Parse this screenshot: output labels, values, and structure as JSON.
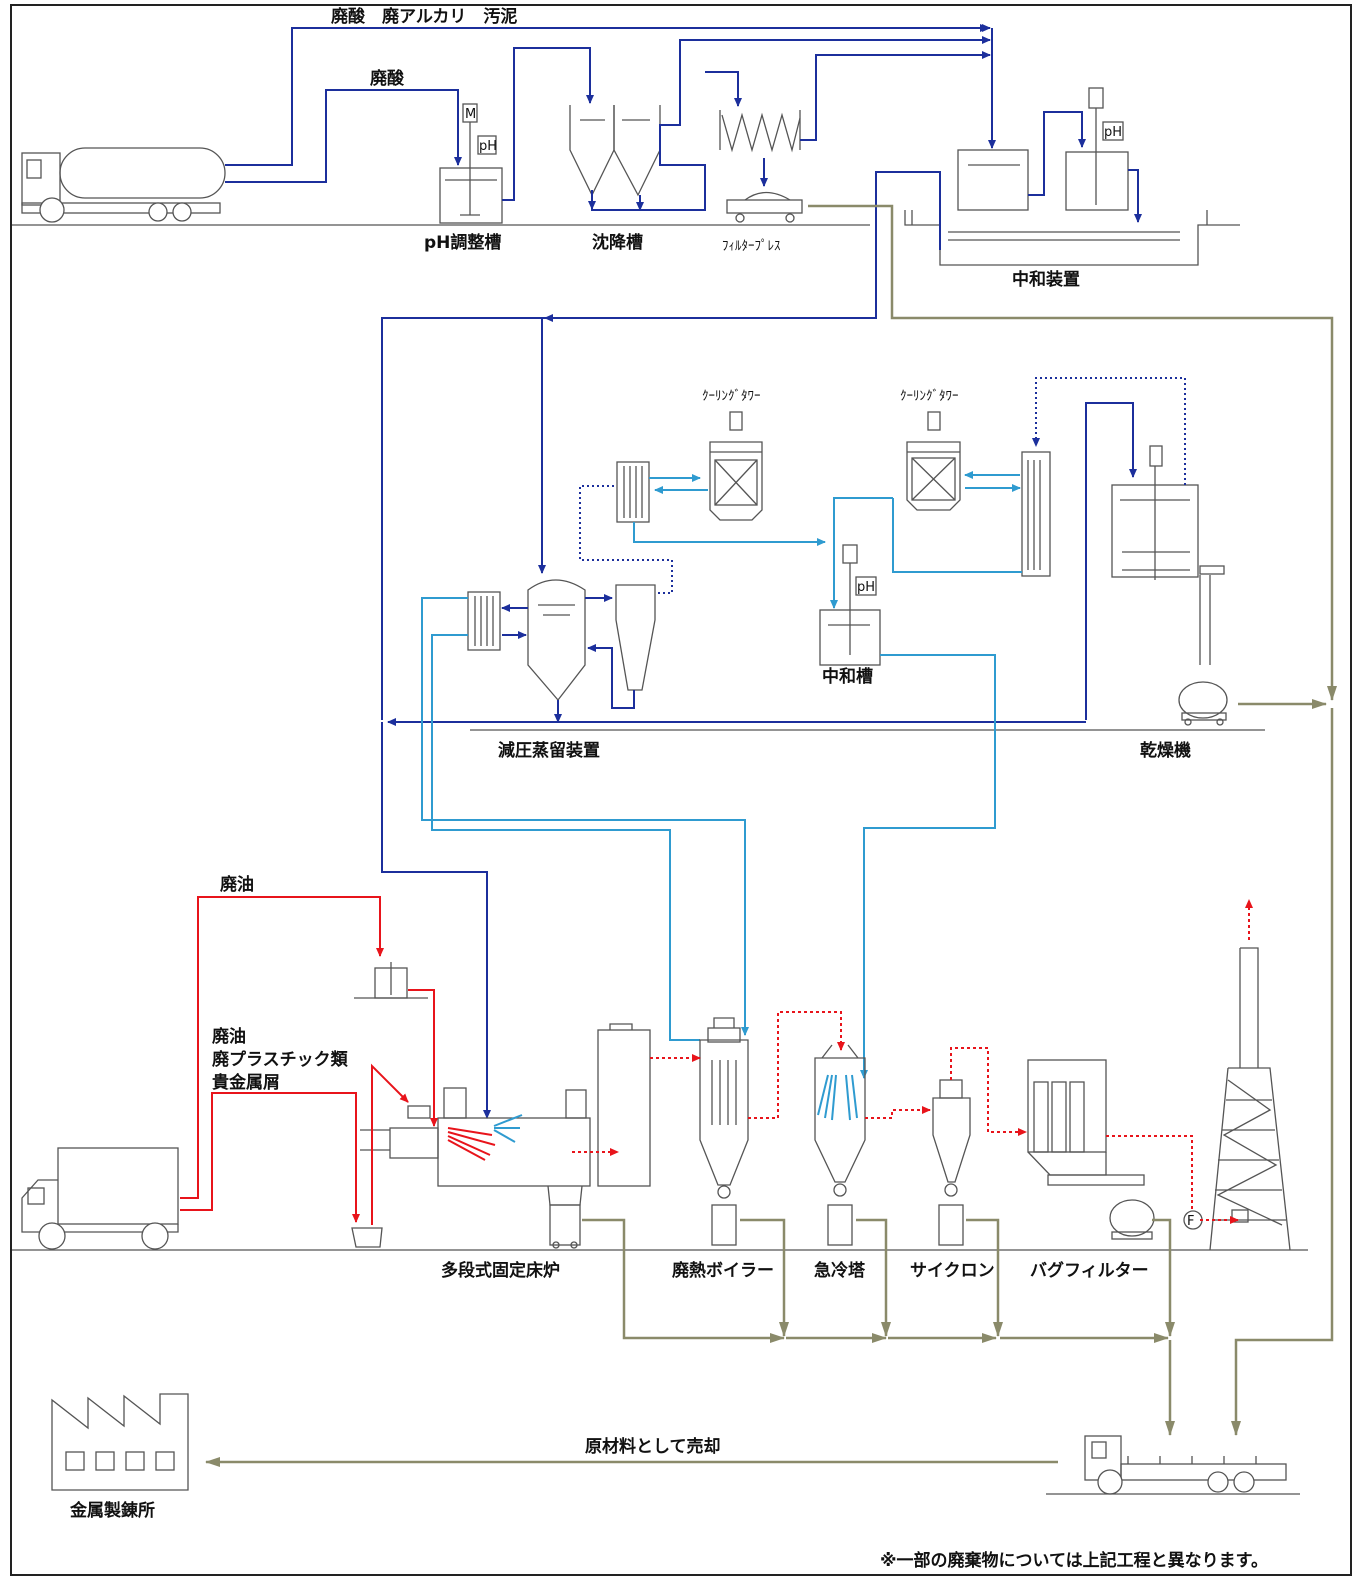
{
  "labels": {
    "top_inputs": "廃酸　廃アルカリ　汚泥",
    "acid": "廃酸",
    "ph_tank": "pH調整槽",
    "settling_tank": "沈降槽",
    "filter_press": "ﾌｨﾙﾀｰﾌﾟﾚｽ",
    "neutralizer": "中和装置",
    "cooling_tower_1": "ｸｰﾘﾝｸﾞﾀﾜｰ",
    "cooling_tower_2": "ｸｰﾘﾝｸﾞﾀﾜｰ",
    "neutral_tank": "中和槽",
    "vacuum_distill": "減圧蒸留装置",
    "dryer": "乾燥機",
    "waste_oil": "廃油",
    "truck_inputs_1": "廃油",
    "truck_inputs_2": "廃プラスチック類",
    "truck_inputs_3": "貴金属屑",
    "furnace": "多段式固定床炉",
    "boiler": "廃熱ボイラー",
    "quench": "急冷塔",
    "cyclone": "サイクロン",
    "bag_filter": "バグフィルター",
    "sell": "原材料として売却",
    "smelter": "金属製錬所",
    "note": "※一部の廃棄物については上記工程と異なります。",
    "tag_m": "M",
    "tag_ph1": "pH",
    "tag_ph2": "pH",
    "tag_ph3": "pH",
    "tag_f": "F"
  },
  "line_colors": {
    "liquid_main": "#1c2f9c",
    "cooling_water": "#2f9bd0",
    "oil_and_gas": "#e8141b",
    "solid_residue": "#8a8a6a"
  }
}
